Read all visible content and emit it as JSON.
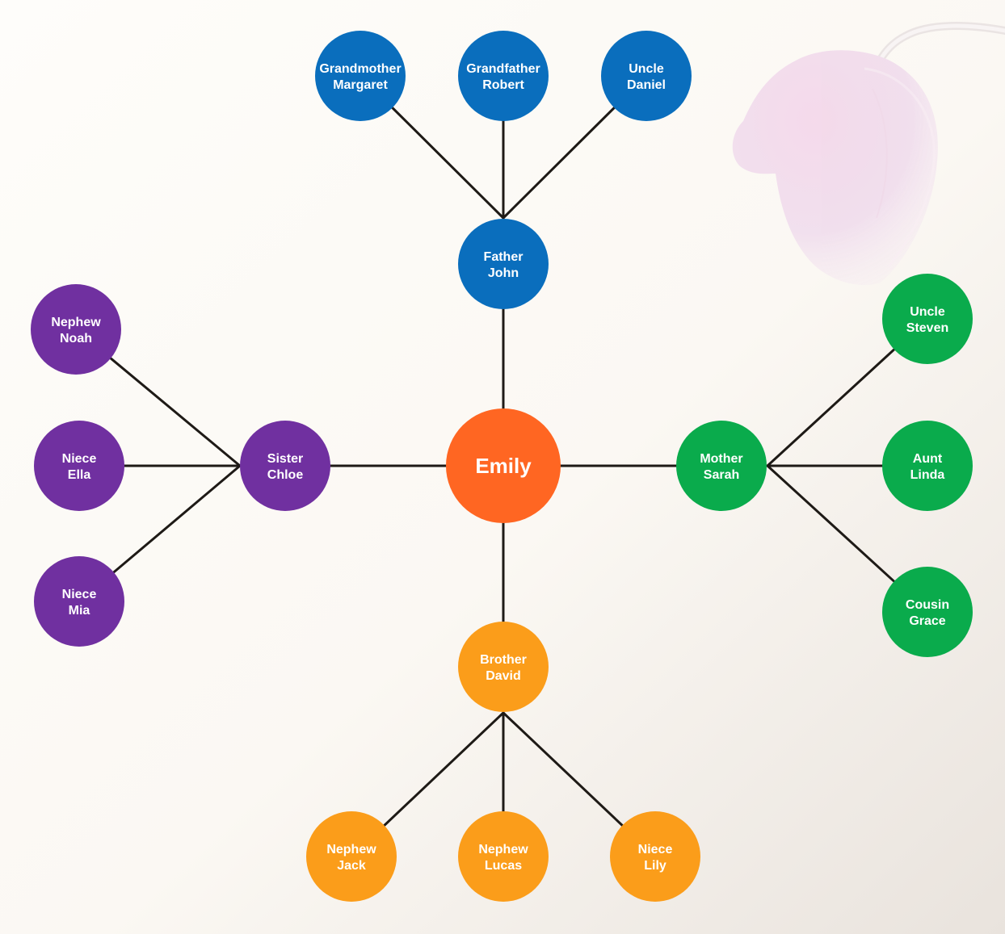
{
  "colors": {
    "center": "#ff6622",
    "paternal": "#0a6ebd",
    "maternal": "#0aab4c",
    "sibling_sister": "#7030a0",
    "sibling_brother": "#fb9d1a",
    "line": "#1e1a16",
    "label": "#ffffff"
  },
  "decoration": {
    "background_image": "pink-flower-image"
  },
  "nodes": {
    "emily": {
      "lines": [
        "Emily"
      ],
      "group": "center"
    },
    "grandmother": {
      "lines": [
        "Grandmother",
        "Margaret"
      ],
      "group": "paternal"
    },
    "grandfather": {
      "lines": [
        "Grandfather",
        "Robert"
      ],
      "group": "paternal"
    },
    "uncle_daniel": {
      "lines": [
        "Uncle",
        "Daniel"
      ],
      "group": "paternal"
    },
    "father": {
      "lines": [
        "Father",
        "John"
      ],
      "group": "paternal"
    },
    "mother": {
      "lines": [
        "Mother",
        "Sarah"
      ],
      "group": "maternal"
    },
    "uncle_steven": {
      "lines": [
        "Uncle",
        "Steven"
      ],
      "group": "maternal"
    },
    "aunt_linda": {
      "lines": [
        "Aunt",
        "Linda"
      ],
      "group": "maternal"
    },
    "cousin_grace": {
      "lines": [
        "Cousin",
        "Grace"
      ],
      "group": "maternal"
    },
    "sister": {
      "lines": [
        "Sister",
        "Chloe"
      ],
      "group": "sibling_sister"
    },
    "nephew_noah": {
      "lines": [
        "Nephew",
        "Noah"
      ],
      "group": "sibling_sister"
    },
    "niece_ella": {
      "lines": [
        "Niece",
        "Ella"
      ],
      "group": "sibling_sister"
    },
    "niece_mia": {
      "lines": [
        "Niece",
        "Mia"
      ],
      "group": "sibling_sister"
    },
    "brother": {
      "lines": [
        "Brother",
        "David"
      ],
      "group": "sibling_brother"
    },
    "nephew_jack": {
      "lines": [
        "Nephew",
        "Jack"
      ],
      "group": "sibling_brother"
    },
    "nephew_lucas": {
      "lines": [
        "Nephew",
        "Lucas"
      ],
      "group": "sibling_brother"
    },
    "niece_lily": {
      "lines": [
        "Niece",
        "Lily"
      ],
      "group": "sibling_brother"
    }
  },
  "edges": [
    [
      "emily",
      "father"
    ],
    [
      "emily",
      "mother"
    ],
    [
      "emily",
      "sister"
    ],
    [
      "emily",
      "brother"
    ],
    [
      "father",
      "grandmother"
    ],
    [
      "father",
      "grandfather"
    ],
    [
      "father",
      "uncle_daniel"
    ],
    [
      "mother",
      "uncle_steven"
    ],
    [
      "mother",
      "aunt_linda"
    ],
    [
      "mother",
      "cousin_grace"
    ],
    [
      "sister",
      "nephew_noah"
    ],
    [
      "sister",
      "niece_ella"
    ],
    [
      "sister",
      "niece_mia"
    ],
    [
      "brother",
      "nephew_jack"
    ],
    [
      "brother",
      "nephew_lucas"
    ],
    [
      "brother",
      "niece_lily"
    ]
  ]
}
